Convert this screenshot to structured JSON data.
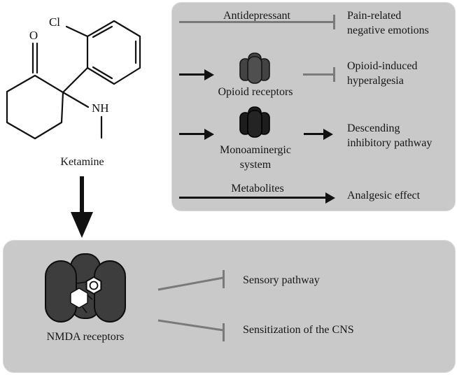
{
  "figure": {
    "molecule": {
      "name": "Ketamine",
      "atoms": {
        "oxygen": "O",
        "chlorine": "Cl",
        "amine": "NH"
      }
    },
    "top_panel": {
      "row_antidepressant": {
        "pathway_label": "Antidepressant",
        "relation": "inhibits",
        "target_line1": "Pain-related",
        "target_line2": "negative emotions"
      },
      "row_opioid": {
        "receptor_label": "Opioid receptors",
        "relation": "inhibits",
        "target_line1": "Opioid-induced",
        "target_line2": "hyperalgesia"
      },
      "row_monoaminergic": {
        "receptor_line1": "Monoaminergic",
        "receptor_line2": "system",
        "relation": "activates",
        "target_line1": "Descending",
        "target_line2": "inhibitory pathway"
      },
      "row_metabolites": {
        "pathway_label": "Metabolites",
        "relation": "activates",
        "target": "Analgesic effect"
      }
    },
    "bottom_panel": {
      "receptor_label": "NMDA receptors",
      "relation": "inhibits",
      "target1": "Sensory pathway",
      "target2": "Sensitization of the CNS"
    },
    "colors": {
      "panel_bg": "#c9c9c9",
      "inhibition_line": "#7a7a7a",
      "arrow_black": "#111111",
      "receptor_gray": "#4c4c4c",
      "receptor_dark": "#1f1f1f",
      "nmda_gray": "#3d3d3d"
    }
  }
}
